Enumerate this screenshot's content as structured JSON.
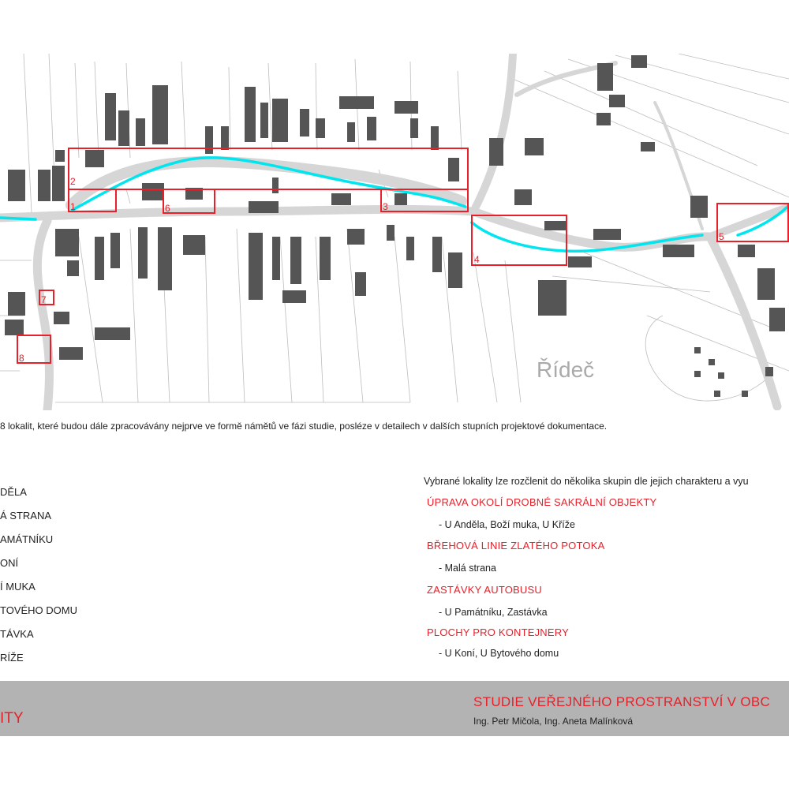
{
  "map": {
    "place_label": "Řídeč",
    "colors": {
      "stream": "#00e5ee",
      "marker": "#e8202a",
      "road": "#d6d6d6",
      "building": "#555555",
      "parcel": "#bdbdbd"
    },
    "markers": [
      {
        "id": "marker-1",
        "label": "1"
      },
      {
        "id": "marker-2",
        "label": "2"
      },
      {
        "id": "marker-3",
        "label": "3"
      },
      {
        "id": "marker-4",
        "label": "4"
      },
      {
        "id": "marker-5",
        "label": "5"
      },
      {
        "id": "marker-6",
        "label": "6"
      },
      {
        "id": "marker-7",
        "label": "7"
      },
      {
        "id": "marker-8",
        "label": "8"
      }
    ]
  },
  "caption": "8 lokalit, které budou dále zpracovávány nejprve ve formě námětů ve fázi studie, posléze v detailech v dalších stupních projektové dokumentace.",
  "localities_list": [
    "DĚLA",
    "Á STRANA",
    "AMÁTNÍKU",
    "ONÍ",
    "Í MUKA",
    "TOVÉHO DOMU",
    "TÁVKA",
    "RÍŽE"
  ],
  "groups": {
    "intro": "Vybrané lokality lze rozčlenit do několika skupin dle jejich charakteru a vyu",
    "items": [
      {
        "title": "ÚPRAVA OKOLÍ DROBNÉ SAKRÁLNÍ OBJEKTY",
        "detail": "- U Anděla, Boží muka, U Kříže"
      },
      {
        "title": "BŘEHOVÁ LINIE ZLATÉHO POTOKA",
        "detail": "- Malá strana"
      },
      {
        "title": "ZASTÁVKY AUTOBUSU",
        "detail": "- U Památníku, Zastávka"
      },
      {
        "title": "PLOCHY PRO KONTEJNERY",
        "detail": "- U Koní, U Bytového domu"
      }
    ]
  },
  "footer": {
    "left_label": "ITY",
    "title": "STUDIE VEŘEJNÉHO PROSTRANSTVÍ V OBC",
    "authors": "Ing. Petr Mičola, Ing. Aneta Malínková"
  }
}
